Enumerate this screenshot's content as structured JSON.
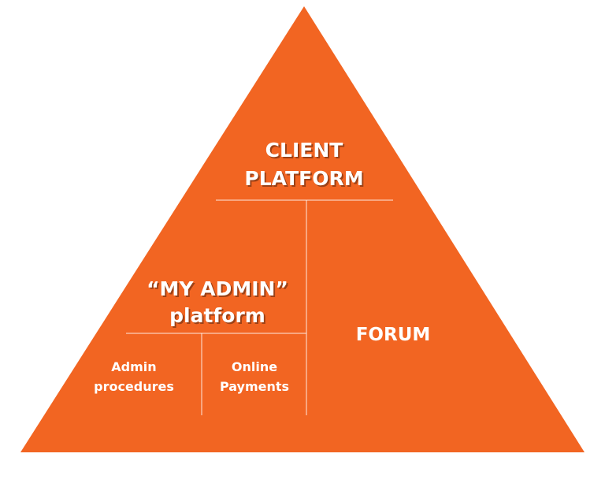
{
  "colors": {
    "pyramid_fill": "#f26522",
    "text": "#ffffff",
    "divider": "#ffffff",
    "background": "#ffffff"
  },
  "pyramid": {
    "top_label_line1": "CLIENT",
    "top_label_line2": "PLATFORM",
    "middle_label_line1": "“MY ADMIN”",
    "middle_label_line2": "platform",
    "right_label": "FORUM",
    "bottom_left_line1": "Admin",
    "bottom_left_line2": "procedures",
    "bottom_right_line1": "Online",
    "bottom_right_line2": "Payments"
  }
}
